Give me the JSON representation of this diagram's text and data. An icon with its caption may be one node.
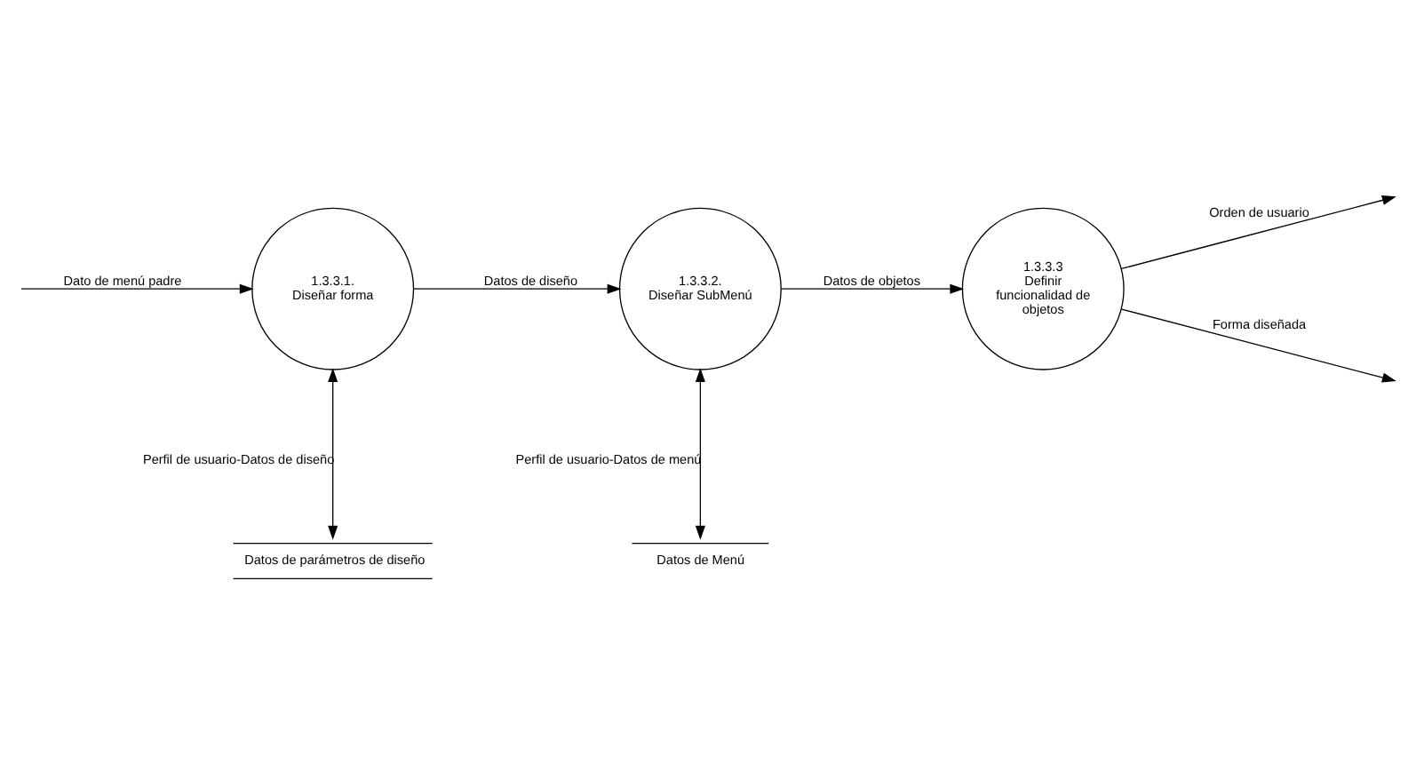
{
  "diagram": {
    "nodes": [
      {
        "text": [
          "1.3.3.1. Diseñar forma"
        ]
      },
      {
        "text": [
          "1.3.3.2. Diseñar SubMenú"
        ]
      },
      {
        "text": [
          "1.3.3.3 Definir funcionalidad de objetos"
        ]
      },
      {
        "text": [
          "Datos de parámetros de diseño"
        ]
      },
      {
        "text": [
          "Datos de Menú"
        ]
      }
    ],
    "edges": [
      {
        "from": null,
        "to": 0,
        "arrow": "to",
        "label": "Dato de menú padre"
      },
      {
        "from": 0,
        "to": 1,
        "arrow": "to",
        "label": "Datos de diseño"
      },
      {
        "from": 1,
        "to": 2,
        "arrow": "to",
        "label": "Datos de objetos"
      },
      {
        "from": 2,
        "to": null,
        "arrow": "to",
        "label": "Orden de usuario"
      },
      {
        "from": 2,
        "to": null,
        "arrow": "to",
        "label": "Forma diseñada"
      },
      {
        "from": 0,
        "to": 3,
        "arrow": "both",
        "label": "Perfil de usuario-Datos de diseño"
      },
      {
        "from": 1,
        "to": 4,
        "arrow": "both",
        "label": "Perfil de usuario-Datos de menú"
      }
    ]
  }
}
